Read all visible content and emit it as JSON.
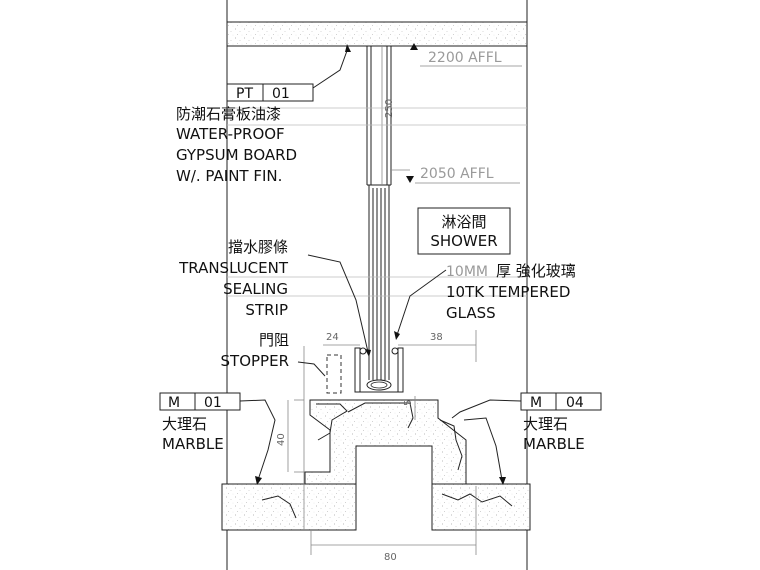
{
  "levels": {
    "top": "2200 AFFL",
    "lower": "2050 AFFL"
  },
  "tags": {
    "paint": {
      "code": "PT",
      "num": "01"
    },
    "marble_left": {
      "code": "M",
      "num": "01"
    },
    "marble_right": {
      "code": "M",
      "num": "04"
    }
  },
  "notes": {
    "paint": [
      "防潮石膏板油漆",
      "WATER-PROOF",
      "GYPSUM BOARD",
      "W/. PAINT FIN."
    ],
    "shower": [
      "淋浴間",
      "SHOWER"
    ],
    "sealing": [
      "擋水膠條",
      "TRANSLUCENT",
      "SEALING",
      "STRIP"
    ],
    "glass_line1_a": "10MM",
    "glass_line1_b": "厚  強化玻璃",
    "glass_line2": "10TK  TEMPERED",
    "glass_line3": "GLASS",
    "stopper": [
      "門阻",
      "STOPPER"
    ],
    "marble_left": [
      "大理石",
      "MARBLE"
    ],
    "marble_right": [
      "大理石",
      "MARBLE"
    ]
  },
  "dimensions": {
    "d250": "250",
    "d24": "24",
    "d38": "38",
    "d5": "5",
    "d40": "40",
    "d80": "80"
  }
}
